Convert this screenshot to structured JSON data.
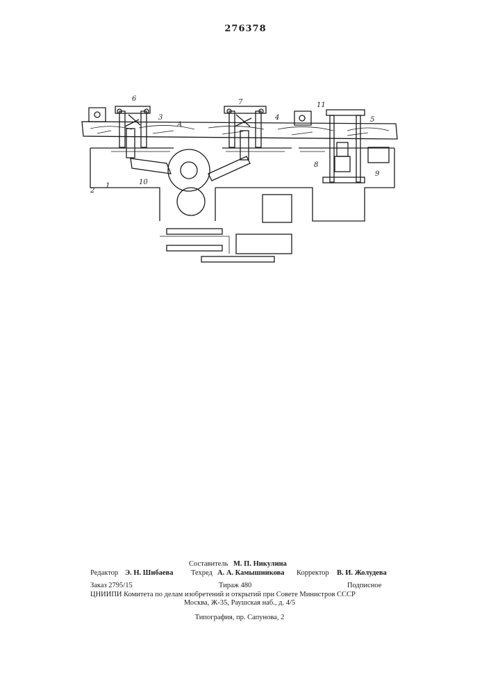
{
  "header": {
    "patent_number": "276378"
  },
  "drawing": {
    "labels": [
      "6",
      "3",
      "A",
      "7",
      "4",
      "11",
      "5",
      "8",
      "9",
      "2",
      "1",
      "10"
    ]
  },
  "imprint": {
    "compiler": {
      "label": "Составитель",
      "name": "М. П. Никулина"
    },
    "editor": {
      "label": "Редактор",
      "name": "Э. Н. Шибаева"
    },
    "techeditor": {
      "label": "Техред",
      "name": "А. А. Камышникова"
    },
    "corrector": {
      "label": "Корректор",
      "name": "В. И. Жолудева"
    },
    "order": "Заказ 2795/15",
    "circulation": "Тираж 480",
    "subscription": "Подписное",
    "institute": "ЦНИИПИ Комитета по делам изобретений и открытий при Совете Министров СССР",
    "address": "Москва, Ж-35, Раушская наб., д. 4/5",
    "printer": "Типография, пр. Сапунова, 2"
  }
}
